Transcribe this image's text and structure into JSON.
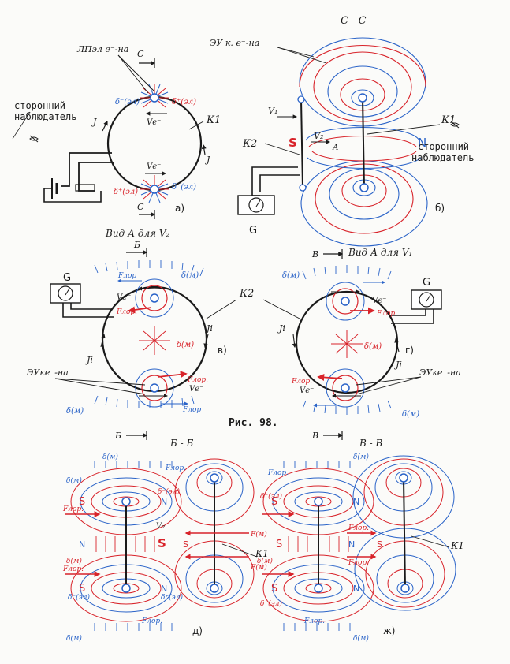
{
  "colors": {
    "ink": "#1a1a1a",
    "red": "#d8232a",
    "blue": "#2a63c8",
    "paper": "#fbfbf9"
  },
  "figure": {
    "caption": "Рис. 98."
  },
  "panel_a": {
    "label_lp": "ЛПэл е⁻-на",
    "section_mark": "С",
    "label_k1": "К1",
    "label_observer": "сторонний\nнаблюдатель",
    "ve_top": "Vе⁻",
    "ve_bottom": "Vе⁻",
    "current": "J",
    "delta_left_top": "δ⁻(эл)",
    "delta_right_top": "δ⁺(эл)",
    "delta_left_bottom": "δ⁺(эл)",
    "delta_right_bottom": "δ⁻(эл)",
    "panel": "а)"
  },
  "panel_b": {
    "title": "С - С",
    "label_ey": "ЭУ к. е⁻-на",
    "label_k1": "К1",
    "label_k2": "К2",
    "label_s": "S",
    "label_n": "N",
    "label_a": "А",
    "v1": "V₁",
    "v2": "V₂",
    "label_observer": "сторонний\nнаблюдатель",
    "label_g": "G",
    "panel": "б)"
  },
  "panel_v": {
    "title": "Вид А для V₂",
    "section_mark": "Б",
    "label_g": "G",
    "ve": "Vе⁻",
    "f_top": "Fлор.",
    "f_bottom": "Fлор.",
    "f_field": "Fлор",
    "current": "Jі",
    "delta_m": "δ(м)",
    "label_ey": "ЭУке⁻-на",
    "panel": "в)"
  },
  "panel_g": {
    "title": "Вид А для V₁",
    "section_mark": "В",
    "label_g": "G",
    "ve": "Vе⁻",
    "f_top": "Fлор.",
    "f_bottom": "Fлор.",
    "current": "Jі",
    "delta_m": "δ(м)",
    "label_ey": "ЭУке⁻-на",
    "panel": "г)"
  },
  "label_k2_middle": "К2",
  "panel_d": {
    "title": "Б - Б",
    "label_s": "S",
    "label_n": "N",
    "label_k1": "К1",
    "f_m": "F(м)",
    "f_lor": "Fлор.",
    "delta_m": "δ(м)",
    "delta_el_minus": "δ⁻(эл)",
    "delta_el_plus": "δ⁺(эл)",
    "v2": "V₂",
    "panel": "д)"
  },
  "panel_zh": {
    "title": "В - В",
    "label_s": "S",
    "label_n": "N",
    "label_k1": "К1",
    "f_lor": "Fлор.",
    "delta_m": "δ(м)",
    "delta_el_minus": "δ⁻(эл)",
    "delta_el_plus": "δ⁺(эл)",
    "panel": "ж)"
  }
}
